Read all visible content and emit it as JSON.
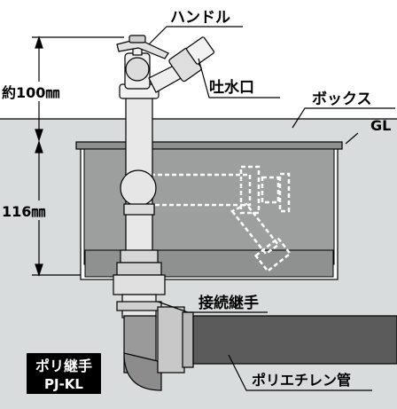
{
  "dimensions": {
    "upper": "約100㎜",
    "lower": "116㎜"
  },
  "labels": {
    "handle": "ハンドル",
    "spout": "吐水口",
    "box": "ボックス",
    "ground_level": "GL",
    "connector": "接続継手",
    "poly_fitting_line1": "ポリ継手",
    "poly_fitting_line2": "PJ-KL",
    "pipe": "ポリエチレン管"
  },
  "colors": {
    "ground": "#d9dcdc",
    "box_fill": "#8f9090",
    "box_inner": "#9d9e9e",
    "pipe": "#5b5b5b",
    "metal": "#e8e8e8",
    "outline": "#000000",
    "tag_bg": "#000000",
    "tag_text": "#ffffff"
  }
}
